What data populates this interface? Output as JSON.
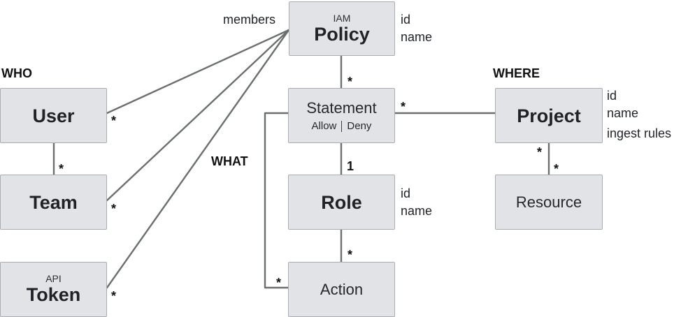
{
  "sections": {
    "who": "WHO",
    "what": "WHAT",
    "where": "WHERE"
  },
  "entities": {
    "policy": {
      "prefix": "IAM",
      "title": "Policy",
      "attributes": [
        "id",
        "name"
      ]
    },
    "user": {
      "title": "User"
    },
    "team": {
      "title": "Team"
    },
    "token": {
      "prefix": "API",
      "title": "Token"
    },
    "statement": {
      "title": "Statement",
      "options": [
        "Allow",
        "Deny"
      ]
    },
    "role": {
      "title": "Role",
      "attributes": [
        "id",
        "name"
      ]
    },
    "action": {
      "title": "Action"
    },
    "project": {
      "title": "Project",
      "attributes": [
        "id",
        "name",
        "ingest rules"
      ]
    },
    "resource": {
      "title": "Resource"
    }
  },
  "relation_labels": {
    "members": "members"
  },
  "multiplicities": {
    "policy_statement": "*",
    "user_policy": "*",
    "user_team": "*",
    "team_policy": "*",
    "token_policy": "*",
    "statement_project": "*",
    "statement_role": "1",
    "role_action": "*",
    "statement_action": "*",
    "project_top": "*",
    "resource_top": "*"
  },
  "colors": {
    "box_fill": "#e1e3e6",
    "box_border": "#a9adb3",
    "line": "#6b706e",
    "text": "#1f2328"
  }
}
